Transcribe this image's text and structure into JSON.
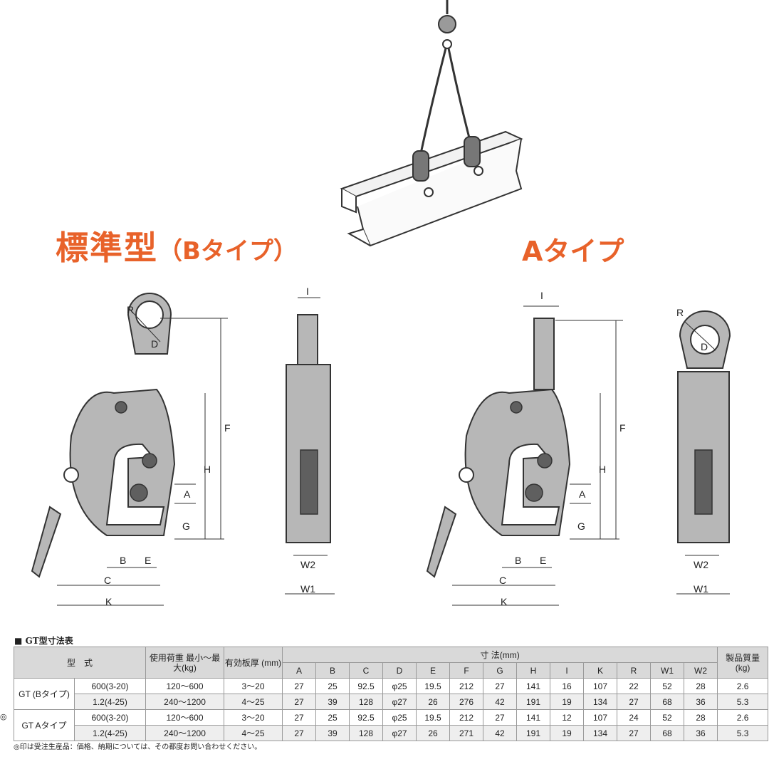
{
  "titles": {
    "standard_main": "標準型",
    "standard_sub": "（Bタイプ）",
    "a_type": "Aタイプ"
  },
  "dimension_labels": {
    "R": "R",
    "D": "D",
    "F": "F",
    "H": "H",
    "A": "A",
    "G": "G",
    "B": "B",
    "E": "E",
    "C": "C",
    "K": "K",
    "I": "I",
    "W1": "W1",
    "W2": "W2"
  },
  "table": {
    "title": "■ GT型寸法表",
    "headers": {
      "model": "型　式",
      "load": "使用荷重 最小～最大(kg)",
      "thickness": "有効板厚 (mm)",
      "dimensions": "寸 法(mm)",
      "weight": "製品質量 (kg)"
    },
    "dimension_columns": [
      "A",
      "B",
      "C",
      "D",
      "E",
      "F",
      "G",
      "H",
      "I",
      "K",
      "R",
      "W1",
      "W2"
    ],
    "rows": [
      {
        "model": "GT (Bタイプ)",
        "sub": "600(3-20)",
        "load": "120～600",
        "thickness": "3～20",
        "dims": [
          "27",
          "25",
          "92.5",
          "φ25",
          "19.5",
          "212",
          "27",
          "141",
          "16",
          "107",
          "22",
          "52",
          "28"
        ],
        "weight": "2.6"
      },
      {
        "model": "",
        "sub": "1.2(4-25)",
        "load": "240～1200",
        "thickness": "4～25",
        "dims": [
          "27",
          "39",
          "128",
          "φ27",
          "26",
          "276",
          "42",
          "191",
          "19",
          "134",
          "27",
          "68",
          "36"
        ],
        "weight": "5.3"
      },
      {
        "model": "GT Aタイプ",
        "sub": "600(3-20)",
        "load": "120～600",
        "thickness": "3～20",
        "dims": [
          "27",
          "25",
          "92.5",
          "φ25",
          "19.5",
          "212",
          "27",
          "141",
          "12",
          "107",
          "24",
          "52",
          "28"
        ],
        "weight": "2.6"
      },
      {
        "model": "",
        "sub": "1.2(4-25)",
        "load": "240～1200",
        "thickness": "4～25",
        "dims": [
          "27",
          "39",
          "128",
          "φ27",
          "26",
          "271",
          "42",
          "191",
          "19",
          "134",
          "27",
          "68",
          "36"
        ],
        "weight": "5.3"
      }
    ],
    "mark": "◎",
    "note": "◎印は受注生産品：価格、納期については、その都度お問い合わせください。"
  }
}
